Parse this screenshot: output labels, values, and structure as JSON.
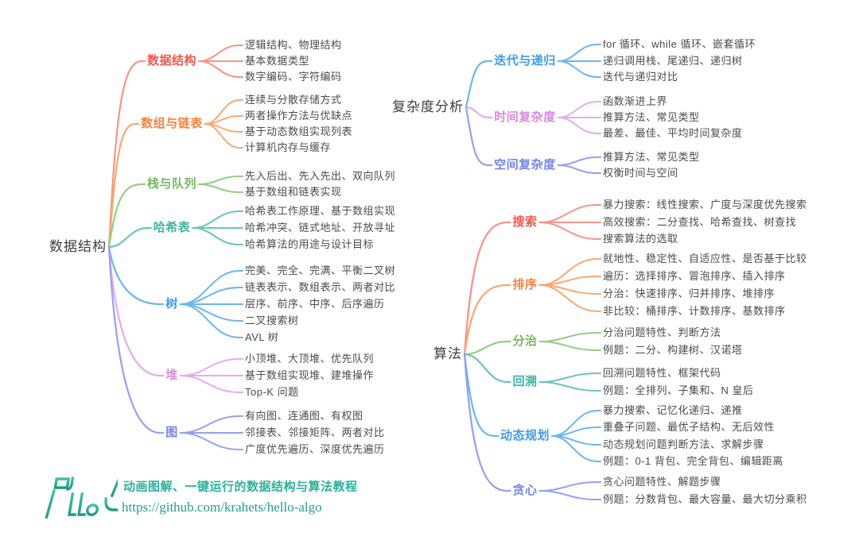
{
  "palette": {
    "ink": "#3d3d3d",
    "leaf": "#4b4b4b",
    "red": "#ed5a51",
    "red_line": "#f4958a",
    "orange": "#f5823d",
    "orange_line": "#f8a873",
    "green": "#72b95c",
    "green_line": "#97cc83",
    "teal": "#3db4a0",
    "teal_line": "#6ac6b6",
    "blue": "#3f9ce7",
    "blue_line": "#6cb6ee",
    "pink": "#d98ae0",
    "pink_line": "#e7abec",
    "indigo": "#7585e9",
    "indigo_line": "#96a1ef",
    "brand": "#2eb09a",
    "brand_dark": "#2b9b89"
  },
  "left_tree": {
    "root": "数据结构",
    "branches": [
      {
        "label": "数据结构",
        "leaves": [
          "逻辑结构、物理结构",
          "基本数据类型",
          "数字编码、字符编码"
        ]
      },
      {
        "label": "数组与链表",
        "leaves": [
          "连续与分散存储方式",
          "两者操作方法与优缺点",
          "基于动态数组实现列表",
          "计算机内存与缓存"
        ]
      },
      {
        "label": "栈与队列",
        "leaves": [
          "先入后出、先入先出、双向队列",
          "基于数组和链表实现"
        ]
      },
      {
        "label": "哈希表",
        "leaves": [
          "哈希表工作原理、基于数组实现",
          "哈希冲突、链式地址、开放寻址",
          "哈希算法的用途与设计目标"
        ]
      },
      {
        "label": "树",
        "leaves": [
          "完美、完全、完满、平衡二叉树",
          "链表表示、数组表示、两者对比",
          "层序、前序、中序、后序遍历",
          "二叉搜索树",
          "AVL 树"
        ]
      },
      {
        "label": "堆",
        "leaves": [
          "小顶堆、大顶堆、优先队列",
          "基于数组实现堆、建堆操作",
          "Top-K 问题"
        ]
      },
      {
        "label": "图",
        "leaves": [
          "有向图、连通图、有权图",
          "邻接表、邻接矩阵、两者对比",
          "广度优先遍历、深度优先遍历"
        ]
      }
    ]
  },
  "complexity_tree": {
    "root": "复杂度分析",
    "branches": [
      {
        "label": "迭代与递归",
        "leaves": [
          "for 循环、while 循环、嵌套循环",
          "递归调用栈、尾递归、递归树",
          "迭代与递归对比"
        ]
      },
      {
        "label": "时间复杂度",
        "leaves": [
          "函数渐进上界",
          "推算方法、常见类型",
          "最差、最佳、平均时间复杂度"
        ]
      },
      {
        "label": "空间复杂度",
        "leaves": [
          "推算方法、常见类型",
          "权衡时间与空间"
        ]
      }
    ]
  },
  "algorithm_tree": {
    "root": "算法",
    "branches": [
      {
        "label": "搜索",
        "leaves": [
          "暴力搜索：线性搜索、广度与深度优先搜索",
          "高效搜索：二分查找、哈希查找、树查找",
          "搜索算法的选取"
        ]
      },
      {
        "label": "排序",
        "leaves": [
          "就地性、稳定性、自适应性、是否基于比较",
          "遍历：选择排序、冒泡排序、插入排序",
          "分治：快速排序、归并排序、堆排序",
          "非比较：桶排序、计数排序、基数排序"
        ]
      },
      {
        "label": "分治",
        "leaves": [
          "分治问题特性、判断方法",
          "例题：二分、构建树、汉诺塔"
        ]
      },
      {
        "label": "回溯",
        "leaves": [
          "回溯问题特性、框架代码",
          "例题：全排列、子集和、N 皇后"
        ]
      },
      {
        "label": "动态规划",
        "leaves": [
          "暴力搜索、记忆化递归、递推",
          "重叠子问题、最优子结构、无后效性",
          "动态规划问题判断方法、求解步骤",
          "例题：0-1 背包、完全背包、编辑距离"
        ]
      },
      {
        "label": "贪心",
        "leaves": [
          "贪心问题特性、解题步骤",
          "例题：分数背包、最大容量、最大切分乘积"
        ]
      }
    ]
  },
  "footer": {
    "tagline": "动画图解、一键运行的数据结构与算法教程",
    "url": "https://github.com/krahets/hello-algo",
    "logo": "hello-algo-logo"
  }
}
